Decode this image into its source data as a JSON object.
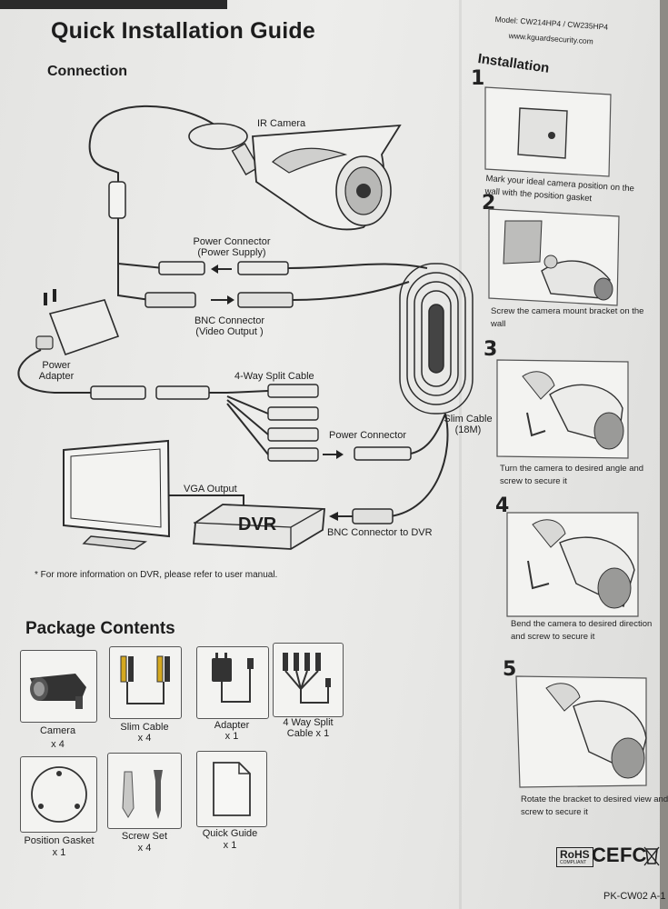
{
  "header": {
    "title": "Quick Installation Guide",
    "model": "Model: CW214HP4 / CW235HP4",
    "website": "www.kguardsecurity.com"
  },
  "connection": {
    "heading": "Connection",
    "labels": {
      "ir_camera": "IR Camera",
      "power_connector_supply": "Power Connector\n(Power Supply)",
      "bnc_connector_video": "BNC Connector\n(Video Output )",
      "power_adapter": "Power\nAdapter",
      "split_cable": "4-Way Split Cable",
      "slim_cable": "Slim Cable\n(18M)",
      "power_connector": "Power Connector",
      "vga_output": "VGA Output",
      "dvr": "DVR",
      "bnc_to_dvr": "BNC Connector to DVR"
    },
    "note": "* For more information on DVR, please refer to user manual."
  },
  "package": {
    "heading": "Package Contents",
    "items": [
      {
        "name": "Camera",
        "qty": "x 4"
      },
      {
        "name": "Slim Cable",
        "qty": "x 4"
      },
      {
        "name": "Adapter",
        "qty": "x 1"
      },
      {
        "name": "4 Way Split\nCable x 1",
        "qty": ""
      },
      {
        "name": "Position Gasket",
        "qty": "x 1"
      },
      {
        "name": "Screw Set",
        "qty": "x 4"
      },
      {
        "name": "Quick Guide",
        "qty": "x 1"
      }
    ]
  },
  "installation": {
    "heading": "Installation",
    "steps": [
      {
        "num": "1",
        "caption": "Mark your ideal camera position on the\nwall with the position gasket"
      },
      {
        "num": "2",
        "caption": "Screw the camera mount bracket on the\nwall"
      },
      {
        "num": "3",
        "caption": "Turn the camera to desired angle and\nscrew to secure it"
      },
      {
        "num": "4",
        "caption": "Bend the camera to desired direction\nand screw to secure it"
      },
      {
        "num": "5",
        "caption": "Rotate the bracket to desired view and\nscrew to secure it"
      }
    ]
  },
  "footer": {
    "certs": [
      "RoHS",
      "CE",
      "FC"
    ],
    "rohs_sub": "COMPLIANT",
    "code": "PK-CW02 A-1"
  }
}
